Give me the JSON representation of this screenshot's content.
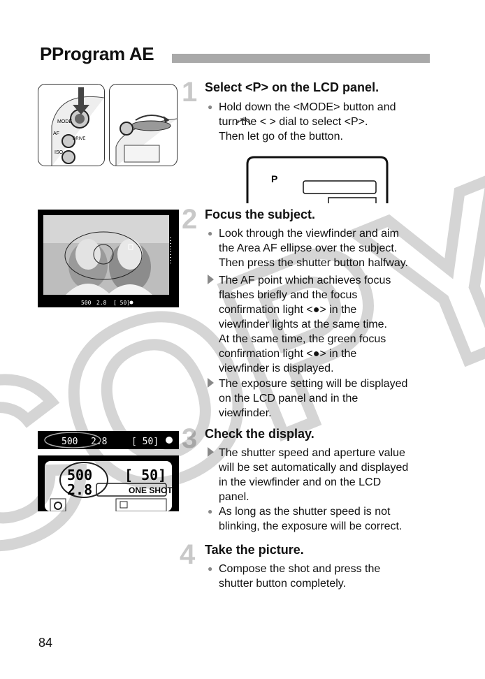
{
  "header": {
    "title_letter": "P",
    "title": "Program AE"
  },
  "steps": [
    {
      "number": "1",
      "heading": "Select <P> on the LCD panel.",
      "bullets": [
        {
          "marker": "circle",
          "lines": [
            "Hold down the <MODE> button and",
            "turn the <     > dial to select <P>.",
            "Then let go of the button."
          ]
        }
      ]
    },
    {
      "number": "2",
      "heading": "Focus the subject.",
      "bullets": [
        {
          "marker": "circle",
          "lines": [
            "Look through the viewfinder and aim",
            "the Area AF ellipse over the subject.",
            "Then press the shutter button halfway."
          ]
        },
        {
          "marker": "triangle",
          "lines": [
            "The AF point which achieves focus",
            "flashes briefly and the focus",
            "confirmation light <●> in the",
            "viewfinder lights at the same time.",
            "At the same time, the green focus",
            "confirmation light <●> in the",
            "viewfinder is displayed."
          ]
        },
        {
          "marker": "triangle",
          "lines": [
            "The exposure setting will be displayed",
            "on the LCD panel and in the",
            "viewfinder."
          ]
        }
      ]
    },
    {
      "number": "3",
      "heading": "Check the display.",
      "bullets": [
        {
          "marker": "triangle",
          "lines": [
            "The shutter speed and aperture value",
            "will be set automatically and displayed",
            "in the viewfinder and on the LCD",
            "panel."
          ]
        },
        {
          "marker": "circle",
          "lines": [
            "As long as the shutter speed is not",
            "blinking, the exposure will be correct."
          ]
        }
      ]
    },
    {
      "number": "4",
      "heading": "Take the picture.",
      "bullets": [
        {
          "marker": "circle",
          "lines": [
            "Compose the shot and press the",
            "shutter button completely."
          ]
        }
      ]
    }
  ],
  "illustrations": {
    "camera_labels": {
      "mode": "MODE",
      "af": "AF",
      "drive": "DRIVE",
      "iso": "ISO"
    },
    "lcd_step1": {
      "mode": "P"
    },
    "viewfinder_strip_step2": {
      "shutter": "500",
      "aperture": "2.8",
      "shots": "[ 50]"
    },
    "viewfinder_strip_step3": {
      "shutter": "500",
      "aperture": "2.8",
      "shots": "[ 50]"
    },
    "lcd_step3": {
      "shutter": "500",
      "aperture": "2.8",
      "shots": "[ 50]",
      "af_mode": "ONE SHOT"
    }
  },
  "watermark": "COPY",
  "page_number": "84"
}
